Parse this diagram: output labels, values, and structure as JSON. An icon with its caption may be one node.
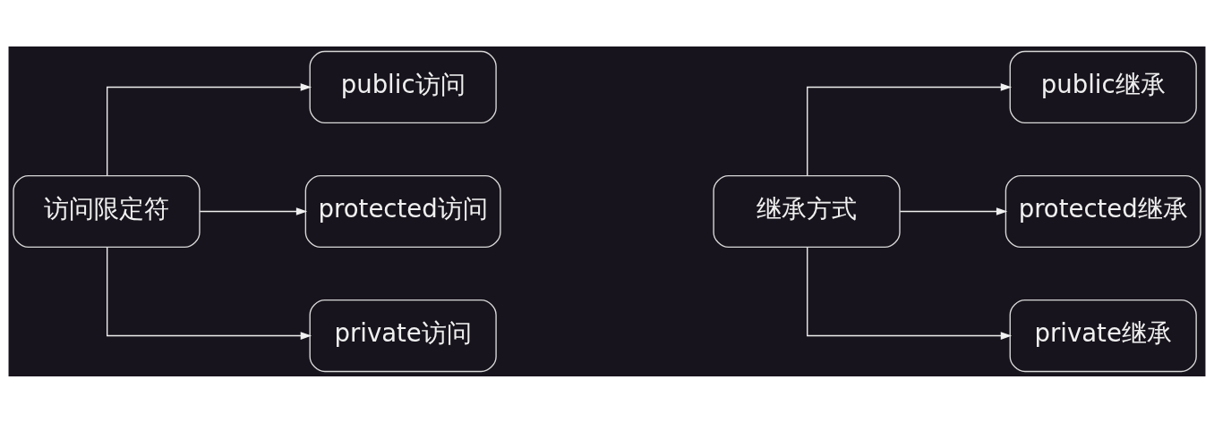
{
  "diagram": {
    "nodes": [
      {
        "text": [
          "访问限定符"
        ]
      },
      {
        "text": [
          "public访问"
        ]
      },
      {
        "text": [
          "protected访问"
        ]
      },
      {
        "text": [
          "private访问"
        ]
      },
      {
        "text": [
          "继承方式"
        ]
      },
      {
        "text": [
          "public继承"
        ]
      },
      {
        "text": [
          "protected继承"
        ]
      },
      {
        "text": [
          "private继承"
        ]
      }
    ],
    "edges": [
      {
        "from": 0,
        "to": 1,
        "arrow": "to"
      },
      {
        "from": 0,
        "to": 2,
        "arrow": "to"
      },
      {
        "from": 0,
        "to": 3,
        "arrow": "to"
      },
      {
        "from": 4,
        "to": 5,
        "arrow": "to"
      },
      {
        "from": 4,
        "to": 6,
        "arrow": "to"
      },
      {
        "from": 4,
        "to": 7,
        "arrow": "to"
      }
    ]
  }
}
